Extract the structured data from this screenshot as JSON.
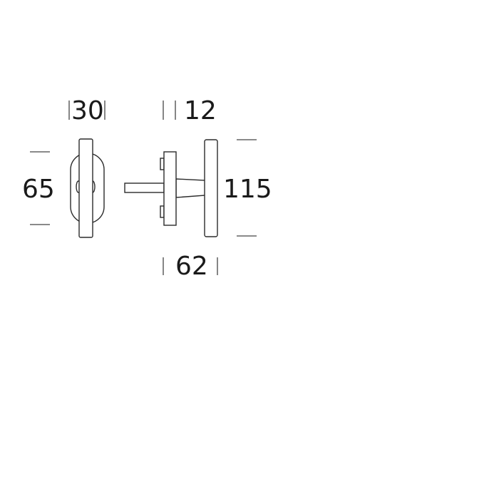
{
  "drawing": {
    "subject": "window handle technical drawing",
    "line_color": "#2b2b2b",
    "background": "#ffffff",
    "front_view": {
      "width_label": "30",
      "height_label": "65"
    },
    "side_view": {
      "rosette_thickness_label": "12",
      "lever_height_label": "115",
      "projection_label": "62"
    }
  }
}
